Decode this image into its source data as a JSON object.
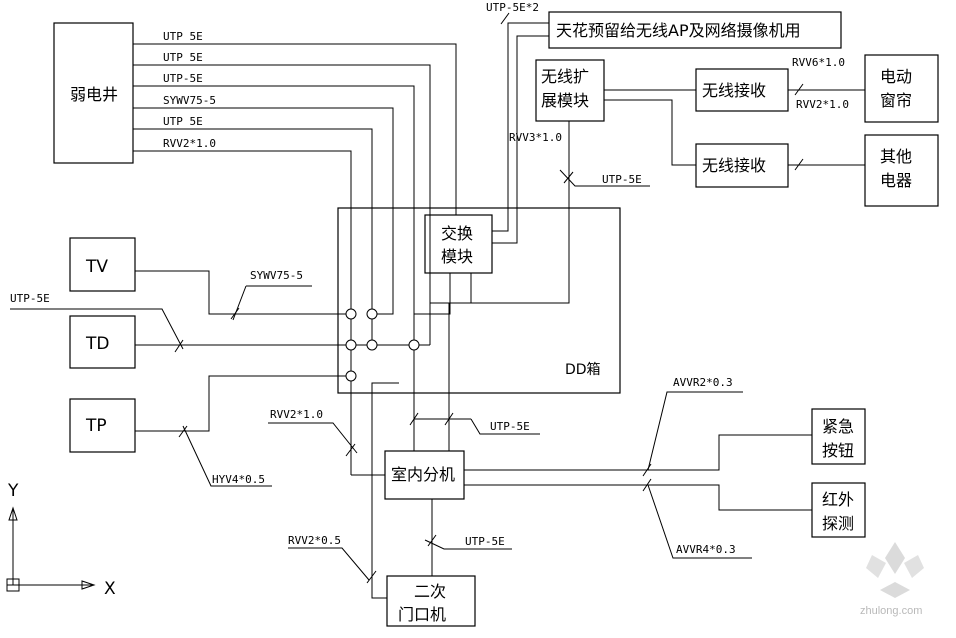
{
  "devices": {
    "weak_well": "弱电井",
    "tv": "TV",
    "td": "TD",
    "tp": "TP",
    "switch_1": "交换",
    "switch_2": "模块",
    "dd_box": "DD箱",
    "ceiling_ap": "天花预留给无线AP及网络摄像机用",
    "wireless_ext_1": "无线扩",
    "wireless_ext_2": "展模块",
    "wireless_rx_1": "无线接收",
    "wireless_rx_2": "无线接收",
    "curtain_1": "电动",
    "curtain_2": "窗帘",
    "other_1": "其他",
    "other_2": "电器",
    "indoor_unit": "室内分机",
    "emergency_1": "紧急",
    "emergency_2": "按钮",
    "infrared_1": "红外",
    "infrared_2": "探测",
    "door_1": "二次",
    "door_2": "门口机"
  },
  "cables": {
    "well_1": "UTP 5E",
    "well_2": "UTP 5E",
    "well_3": "UTP-5E",
    "well_4": "SYWV75-5",
    "well_5": "UTP 5E",
    "well_6": "RVV2*1.0",
    "utp_x2": "UTP-5E*2",
    "rvv6": "RVV6*1.0",
    "rvv2_curtain": "RVV2*1.0",
    "rvv3": "RVV3*1.0",
    "utp_dd": "UTP-5E",
    "sywv_tv": "SYWV75-5",
    "utp_td": "UTP-5E",
    "rvv2_indoor": "RVV2*1.0",
    "utp_indoor": "UTP-5E",
    "hyv": "HYV4*0.5",
    "avvr2": "AVVR2*0.3",
    "avvr4": "AVVR4*0.3",
    "rvv2_door": "RVV2*0.5",
    "utp_door": "UTP-5E"
  },
  "axes": {
    "y": "Y",
    "x": "X"
  },
  "watermark": "zhulong.com"
}
